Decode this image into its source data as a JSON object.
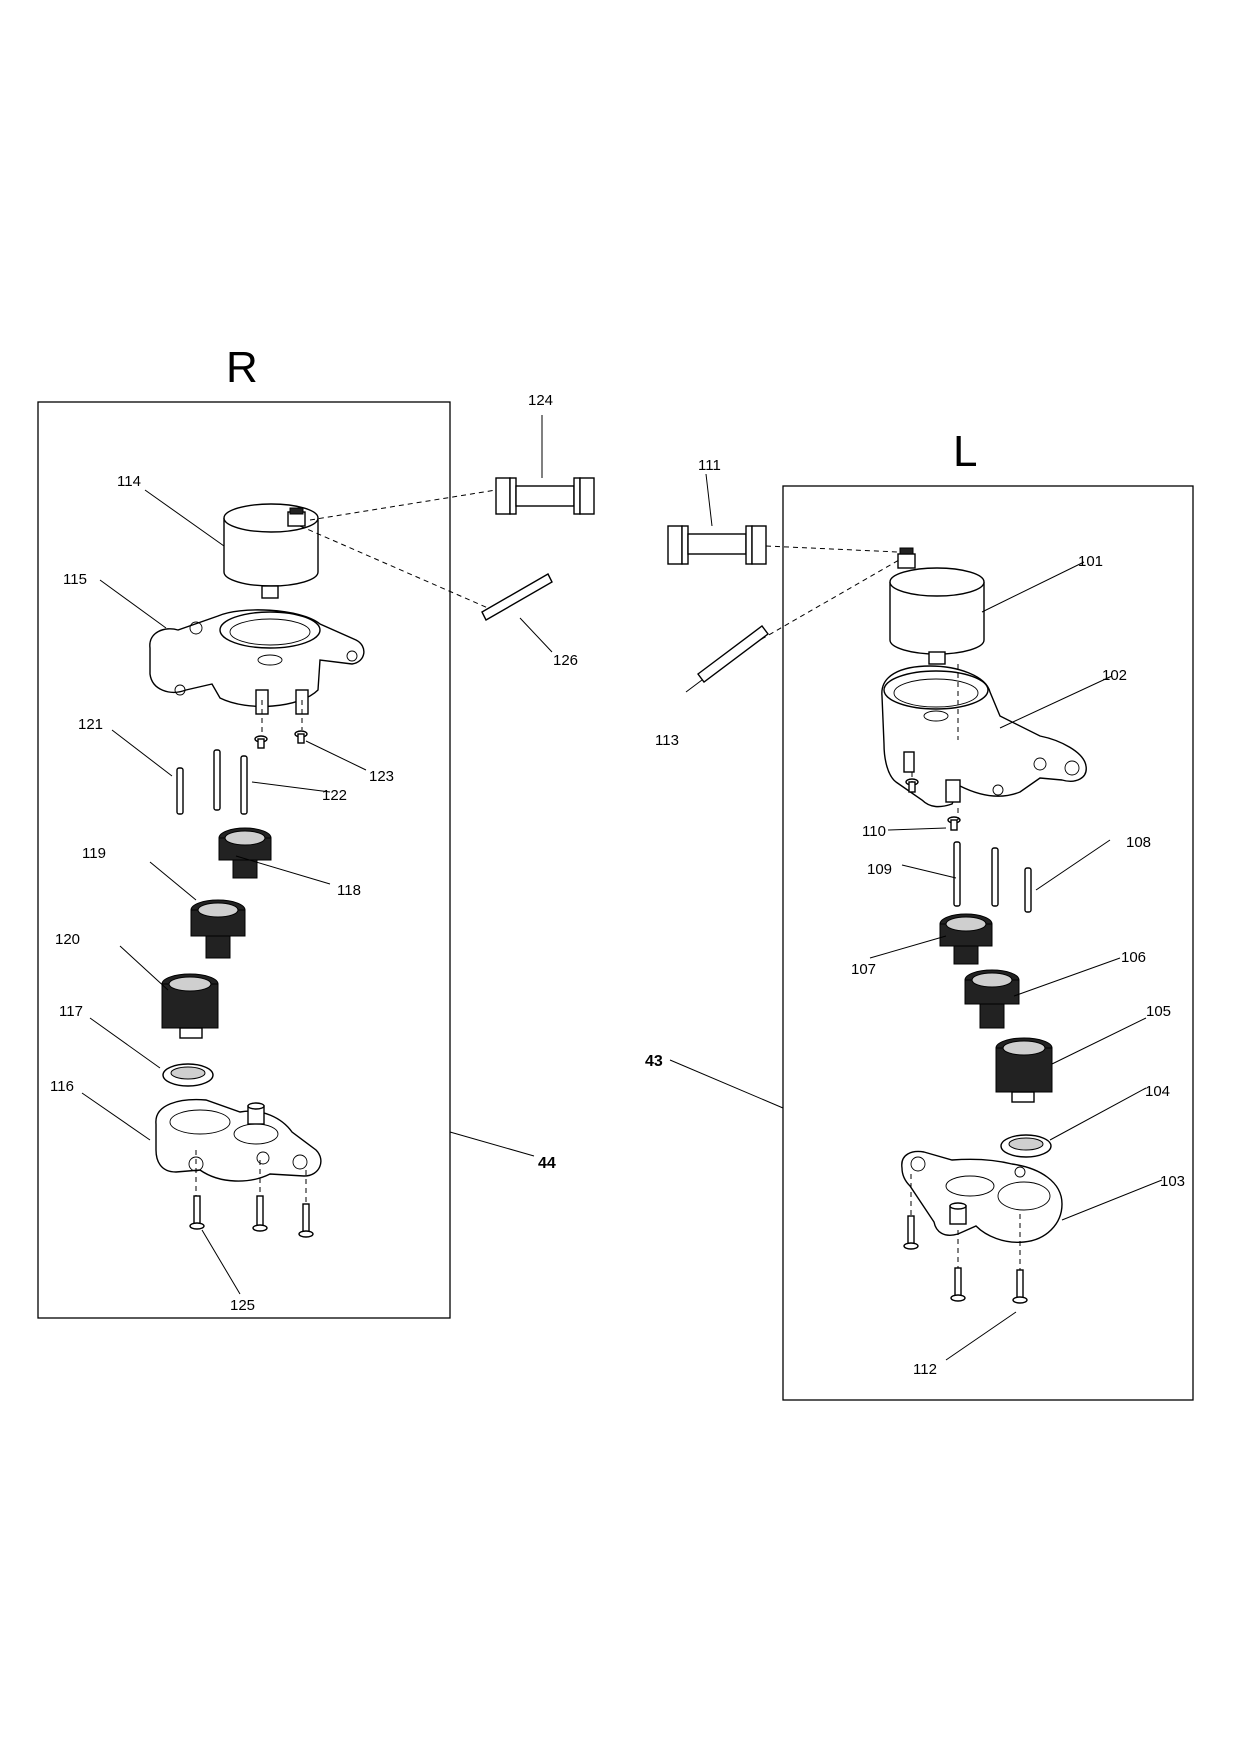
{
  "side_labels": {
    "right": "R",
    "left": "L"
  },
  "assembly_refs": {
    "right": "44",
    "left": "43"
  },
  "right_parts": {
    "p114": "114",
    "p115": "115",
    "p121": "121",
    "p122": "122",
    "p123": "123",
    "p119": "119",
    "p118": "118",
    "p120": "120",
    "p117": "117",
    "p116": "116",
    "p125": "125"
  },
  "left_parts": {
    "p101": "101",
    "p102": "102",
    "p110": "110",
    "p109": "109",
    "p108": "108",
    "p107": "107",
    "p106": "106",
    "p105": "105",
    "p104": "104",
    "p103": "103",
    "p112": "112"
  },
  "external_parts": {
    "p124": "124",
    "p126": "126",
    "p111": "111",
    "p113": "113"
  }
}
